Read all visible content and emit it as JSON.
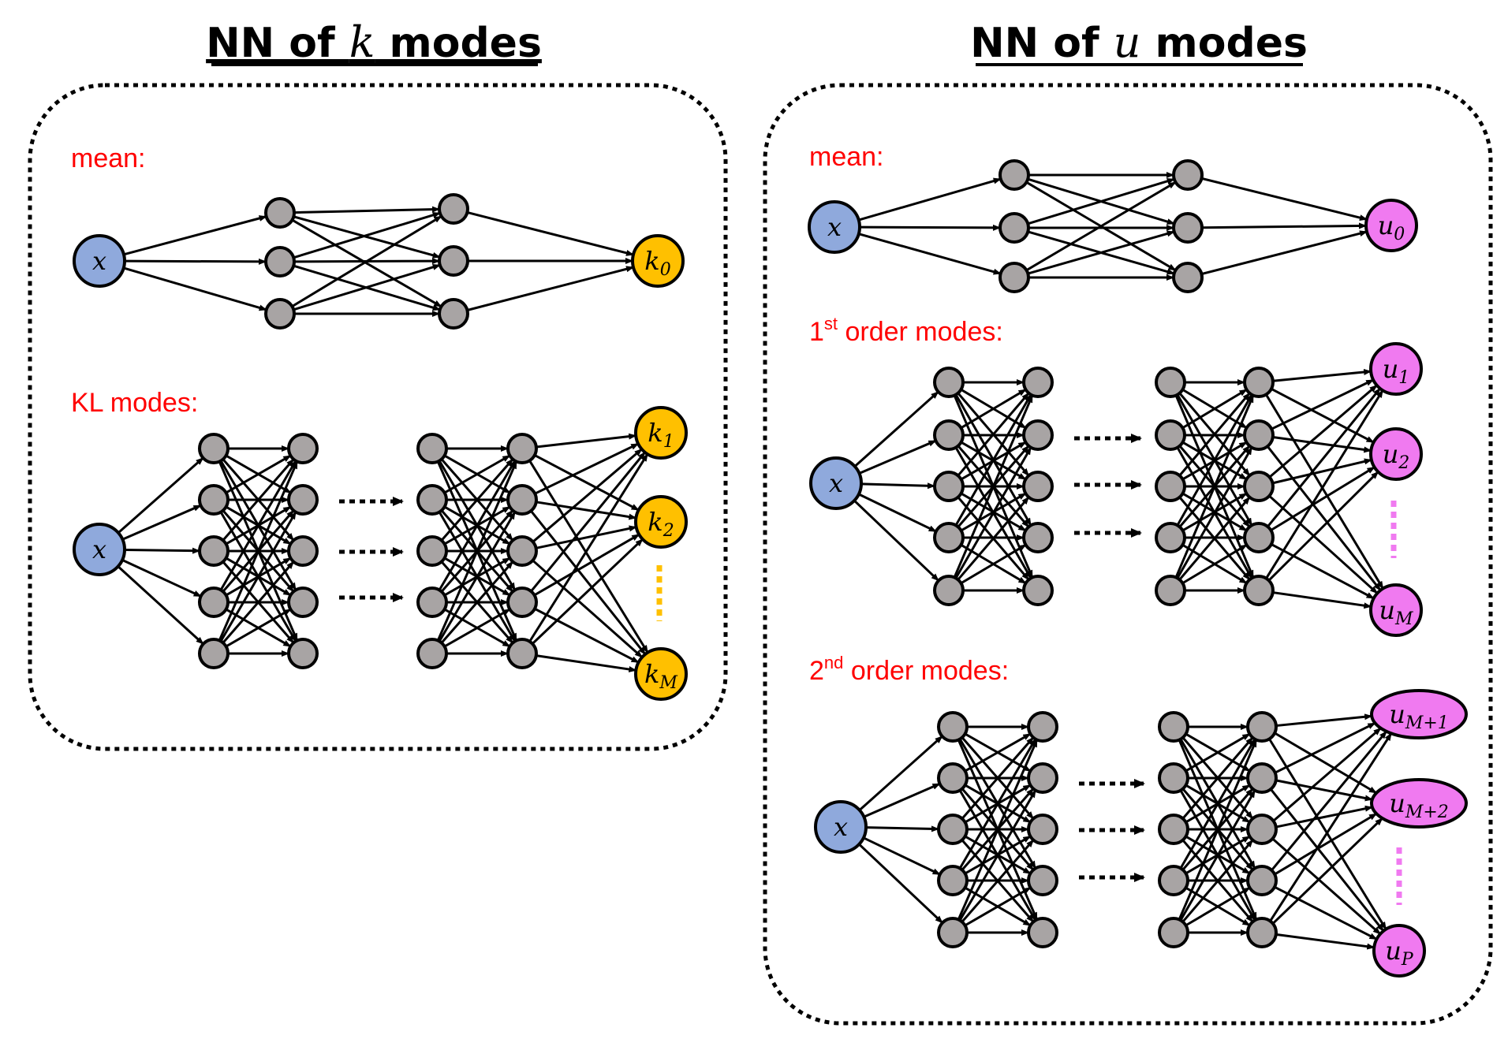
{
  "colors": {
    "input": "#8fa9dc",
    "hidden": "#a8a4a4",
    "k_output": "#ffc000",
    "u_output": "#f07af0",
    "label": "#ff0000"
  },
  "panels": [
    {
      "title_prefix": "NN of ",
      "title_var": "k",
      "title_suffix": " modes",
      "sections": [
        {
          "label": "mean:",
          "input": "x",
          "outputs": [
            {
              "base": "k",
              "sub": "0"
            }
          ]
        },
        {
          "label": "KL modes:",
          "input": "x",
          "outputs": [
            {
              "base": "k",
              "sub": "1"
            },
            {
              "base": "k",
              "sub": "2"
            },
            {
              "base": "k",
              "sub": "M"
            }
          ]
        }
      ]
    },
    {
      "title_prefix": "NN of ",
      "title_var": "u",
      "title_suffix": " modes",
      "sections": [
        {
          "label": "mean:",
          "input": "x",
          "outputs": [
            {
              "base": "u",
              "sub": "0"
            }
          ]
        },
        {
          "label_num": "1",
          "label_sup": "st",
          "label_rest": " order modes:",
          "input": "x",
          "outputs": [
            {
              "base": "u",
              "sub": "1"
            },
            {
              "base": "u",
              "sub": "2"
            },
            {
              "base": "u",
              "sub": "M"
            }
          ]
        },
        {
          "label_num": "2",
          "label_sup": "nd",
          "label_rest": " order modes:",
          "input": "x",
          "outputs": [
            {
              "base": "u",
              "sub": "M+1"
            },
            {
              "base": "u",
              "sub": "M+2"
            },
            {
              "base": "u",
              "sub": "P"
            }
          ]
        }
      ]
    }
  ]
}
